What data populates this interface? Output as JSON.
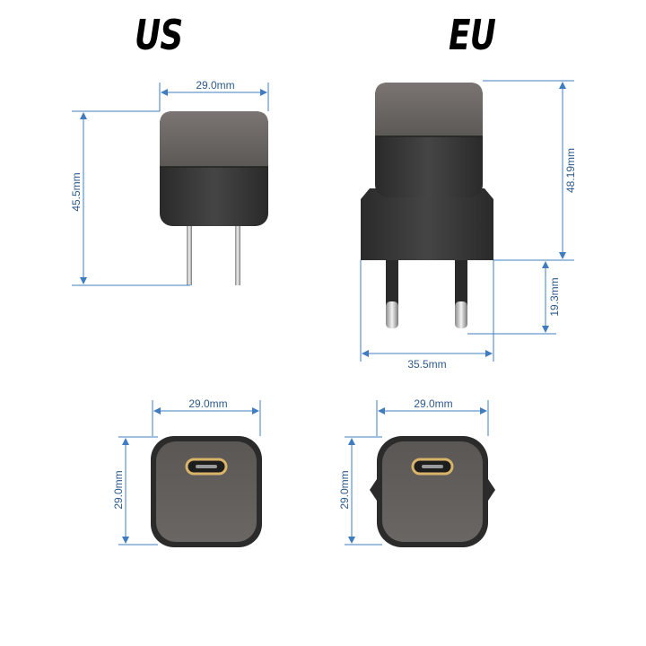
{
  "titles": {
    "us": "US",
    "eu": "EU"
  },
  "dimensions": {
    "us_width": "29.0mm",
    "us_height": "45.5mm",
    "eu_height": "48.19mm",
    "eu_pin_length": "19.3mm",
    "eu_pin_span": "35.5mm",
    "us_face_width": "29.0mm",
    "us_face_height": "29.0mm",
    "eu_face_width": "29.0mm",
    "eu_face_height": "29.0mm"
  },
  "colors": {
    "dimension_line": "#3f7cc0",
    "dimension_text": "#2d5a8a",
    "charger_body": "#3a3a3a",
    "charger_top": "#6e6a66",
    "port_gold": "#d8b46a"
  }
}
